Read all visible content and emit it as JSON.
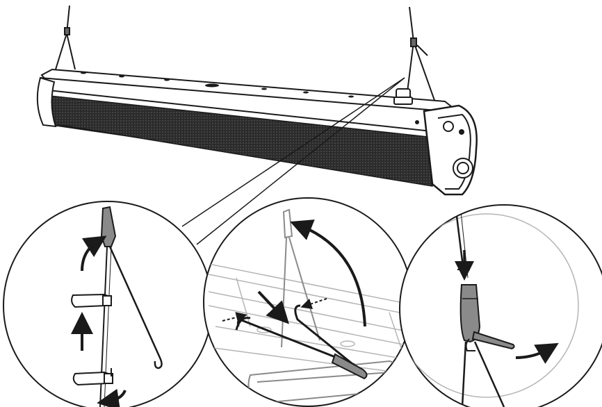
{
  "figure": {
    "background": "#ffffff",
    "line_color": "#1a1a1a",
    "shade_color": "#8a8a8a",
    "light_line_color": "#b5b5b5",
    "speaker_grille_color": "#2b2b2b"
  },
  "icons": {
    "main_fixture": "suspended-line-array-speaker",
    "detail_1": "cable-clip-release-steps",
    "detail_2": "hook-insertion-into-rail",
    "detail_3": "cable-lock-release-pin"
  }
}
